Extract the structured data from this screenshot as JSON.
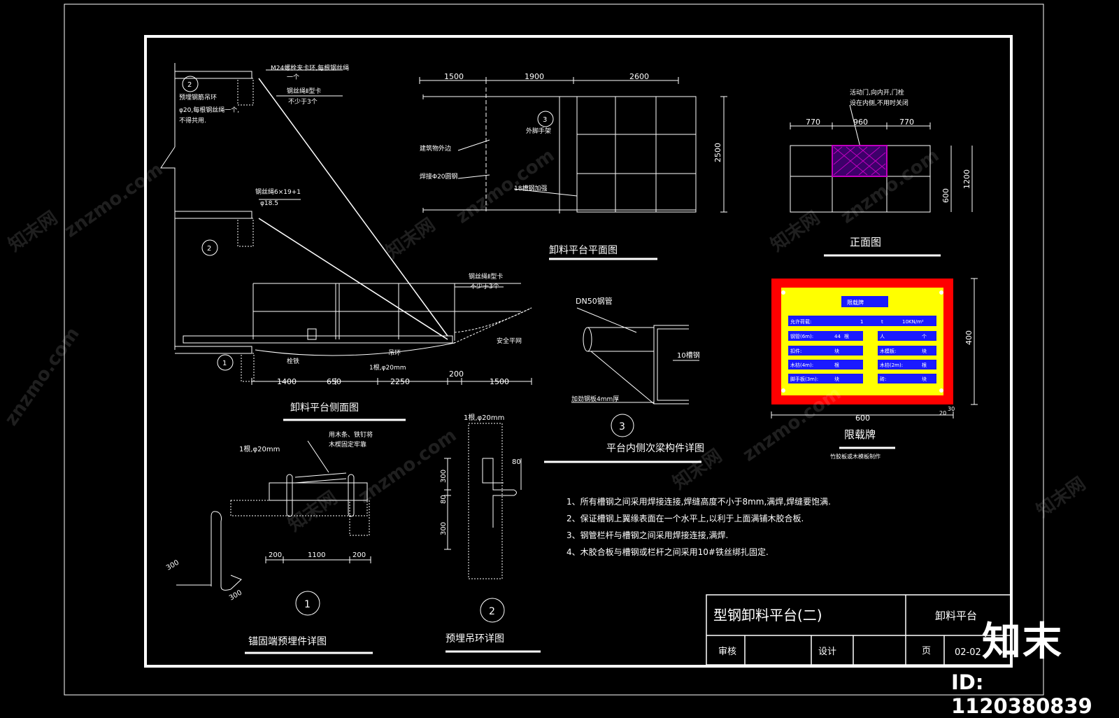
{
  "sheet": {
    "title": "型钢卸料平台(二)",
    "category": "卸料平台",
    "review_label": "审核",
    "design_label": "设计",
    "page_label": "页",
    "page_number": "02-02"
  },
  "side_view": {
    "title": "卸料平台侧面图",
    "notes": {
      "bolt": "M24螺栓夹卡环,每根钢丝绳",
      "bolt2": "一个",
      "ring": "预埋钢筋吊环",
      "ring2": "φ20,每根钢丝绳一个,",
      "ring3": "不得共用.",
      "clip": "钢丝绳Ⅱ型卡",
      "clip2": "不少于3个",
      "rope": "钢丝绳6×19+1",
      "rope2": "φ18.5",
      "clip_b": "钢丝绳Ⅱ型卡",
      "clip_b2": "不少于3个",
      "net": "安全平网",
      "ring_b": "吊环",
      "bar": "1根,φ20mm",
      "anchor": "栓铁"
    },
    "dims": [
      "1400",
      "650",
      "2250",
      "200",
      "1500"
    ],
    "callouts": [
      "2",
      "2",
      "1"
    ]
  },
  "plan_view": {
    "title": "卸料平台平面图",
    "dims": [
      "1500",
      "1900",
      "2600"
    ],
    "width_dim": "2500",
    "notes": {
      "outline": "建筑物外边",
      "pipe": "焊接Φ20圆钢",
      "channel": "18槽钢加强",
      "scaffold": "外脚手架"
    },
    "callout": "3"
  },
  "front_view": {
    "title": "正面图",
    "note1": "活动门,向内开,门栓",
    "note2": "设在内侧,不用时关闭",
    "dims": [
      "770",
      "960",
      "770"
    ],
    "heights": [
      "600",
      "1200"
    ]
  },
  "load_sign": {
    "title": "限载牌",
    "note": "竹胶板或木模板制作",
    "board_title": "限载牌",
    "rows": [
      [
        "允许荷载:",
        "1",
        "t",
        "10KN/m²"
      ],
      [
        "钢管(6m):",
        "44",
        "根",
        "",
        "人",
        "个"
      ],
      [
        "扣件:",
        "",
        "块",
        "",
        "木模板:",
        "块"
      ],
      [
        "木枋(4m):",
        "",
        "根",
        "",
        "木枋(2m):",
        "根"
      ],
      [
        "脚手板(3m):",
        "",
        "块",
        "",
        "砖:",
        "块"
      ]
    ],
    "dims": {
      "width": "600",
      "height": "400",
      "border1": "20",
      "border2": "30"
    }
  },
  "detail3": {
    "title": "平台内侧次梁构件详图",
    "pipe": "DN50钢管",
    "channel": "10槽钢",
    "plate": "加劲钢板4mm厚",
    "callout": "3"
  },
  "detail1": {
    "title": "锚固端预埋件详图",
    "bar": "1根,φ20mm",
    "note1": "用木条、铁钉将",
    "note2": "木楔固定牢靠",
    "dims": [
      "200",
      "1100",
      "200",
      "300",
      "300"
    ],
    "callout": "1"
  },
  "detail2": {
    "title": "预埋吊环详图",
    "bar": "1根,φ20mm",
    "dims": [
      "300",
      "80",
      "300",
      "80"
    ],
    "callout": "2"
  },
  "general_notes": [
    "1、所有槽钢之间采用焊接连接,焊缝高度不小于8mm,满焊,焊缝要饱满.",
    "2、保证槽钢上翼缘表面在一个水平上,以利于上面满铺木胶合板.",
    "3、钢管栏杆与槽钢之间采用焊接连接,满焊.",
    "4、木胶合板与槽钢或栏杆之间采用10#铁丝绑扎固定."
  ],
  "watermark": {
    "logo": "知末",
    "id": "ID: 1120380839",
    "site": "znzmo.com",
    "site_cn": "知末网"
  },
  "colors": {
    "background": "#000000",
    "lines": "#ffffff",
    "sign_red": "#ff0000",
    "sign_yellow": "#ffff00",
    "sign_blue": "#1a1aff",
    "door_magenta": "#c000c0"
  }
}
